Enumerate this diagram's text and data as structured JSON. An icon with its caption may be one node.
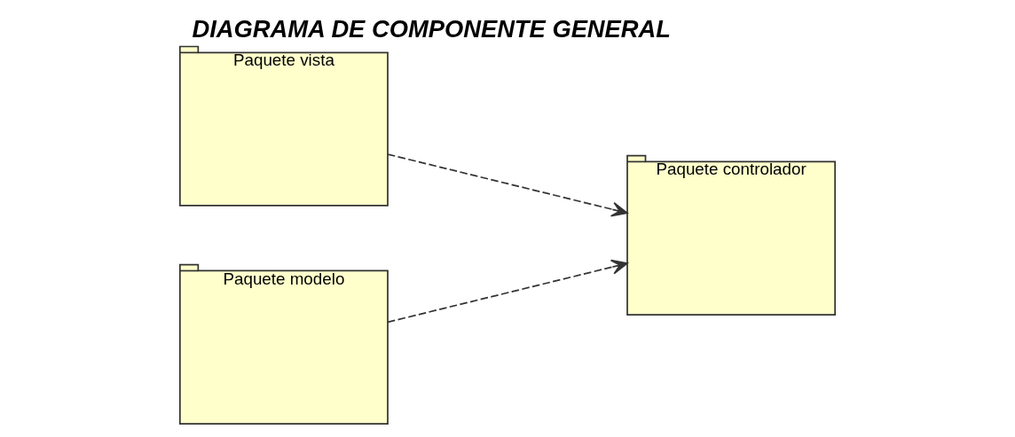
{
  "diagram": {
    "title": "DIAGRAMA DE COMPONENTE GENERAL",
    "nodes": [
      {
        "text": [
          "Paquete vista"
        ]
      },
      {
        "text": [
          "Paquete modelo"
        ]
      },
      {
        "text": [
          "Paquete controlador"
        ]
      }
    ],
    "edges": [
      {
        "from": 0,
        "to": 2,
        "arrow": "to",
        "style": "dashed"
      },
      {
        "from": 1,
        "to": 2,
        "arrow": "to",
        "style": "dashed"
      }
    ]
  }
}
